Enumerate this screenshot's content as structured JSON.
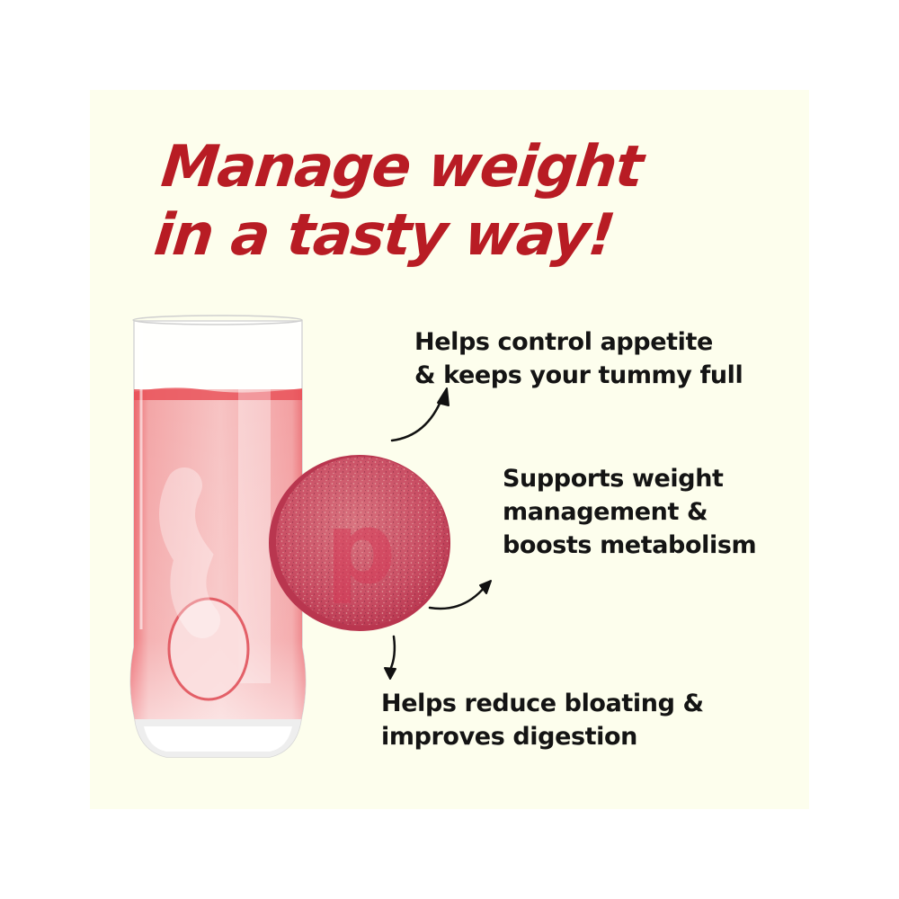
{
  "headline": {
    "lines": [
      "Manage weight",
      "in a tasty way!"
    ],
    "color": "#b81c24"
  },
  "benefits": [
    {
      "lines": [
        "Helps control appetite",
        "& keeps your tummy full"
      ]
    },
    {
      "lines": [
        "Supports weight",
        "management &",
        "boosts metabolism"
      ]
    },
    {
      "lines": [
        "Helps reduce bloating &",
        "improves digestion"
      ]
    }
  ],
  "product": {
    "tablet_letter": "p",
    "tablet_color": "#c9455e",
    "drink_color": "#ec5a60"
  },
  "colors": {
    "panel_background": "#fdfeed",
    "page_background": "#ffffff",
    "text": "#141414"
  }
}
